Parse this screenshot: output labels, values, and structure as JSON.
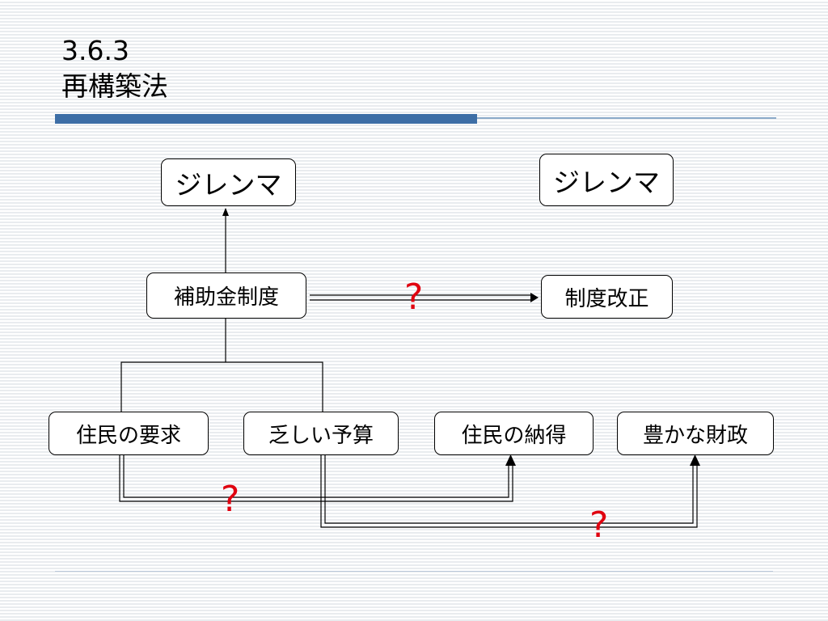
{
  "slide": {
    "number": "3.6.3",
    "title": "再構築法"
  },
  "diagram": {
    "dilemma_left": "ジレンマ",
    "dilemma_right": "ジレンマ",
    "subsidy_system": "補助金制度",
    "system_reform": "制度改正",
    "resident_demand": "住民の要求",
    "scarce_budget": "乏しい予算",
    "resident_consent": "住民の納得",
    "rich_finance": "豊かな財政",
    "question_top": "?",
    "question_mid": "?",
    "question_bottom": "?"
  },
  "colors": {
    "accent_bar": "#3d6ea6",
    "question_mark": "#e0000f"
  }
}
